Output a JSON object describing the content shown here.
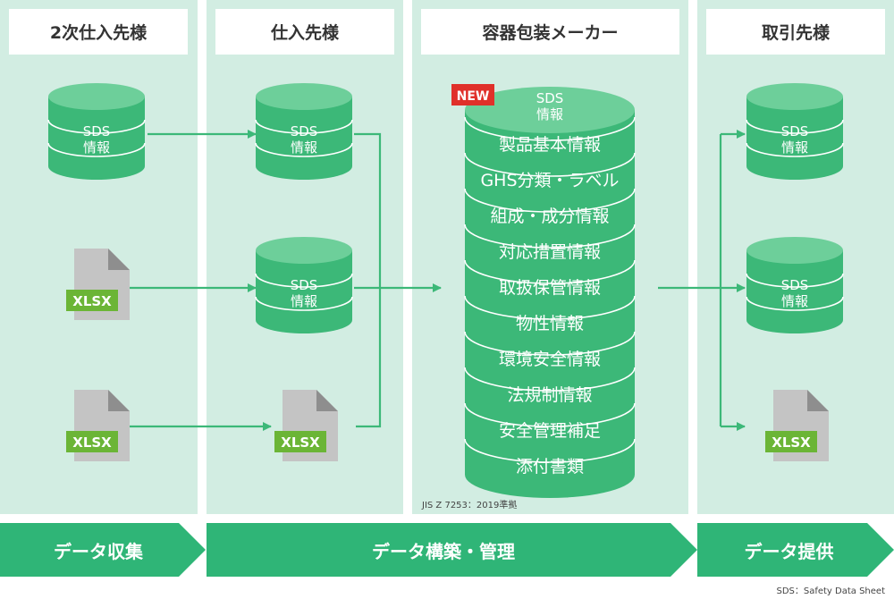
{
  "columns": {
    "secondary_supplier": "2次仕入先様",
    "supplier": "仕入先様",
    "manufacturer": "容器包装メーカー",
    "customer": "取引先様"
  },
  "db": {
    "line1": "SDS",
    "line2": "情報"
  },
  "file_label": "XLSX",
  "new_badge": "NEW",
  "big_db": {
    "top1": "SDS",
    "top2": "情報",
    "layers": [
      "製品基本情報",
      "GHS分類・ラベル",
      "組成・成分情報",
      "対応措置情報",
      "取扱保管情報",
      "物性情報",
      "環境安全情報",
      "法規制情報",
      "安全管理補足",
      "添付書類"
    ]
  },
  "jis_note": "JIS Z 7253：2019準拠",
  "stages": {
    "collect": "データ収集",
    "build": "データ構築・管理",
    "provide": "データ提供"
  },
  "footnote": "SDS：Safety Data Sheet",
  "colors": {
    "green": "#3cb878",
    "green_dark": "#2e9c63",
    "green_top": "#6dcf9a",
    "column_bg": "#d2ede2",
    "stage_bg": "#2fb577",
    "xlsx_badge": "#6bb536",
    "new_badge": "#e0302a"
  },
  "icons": [
    "database-icon",
    "xlsx-file-icon",
    "arrow-icon"
  ]
}
